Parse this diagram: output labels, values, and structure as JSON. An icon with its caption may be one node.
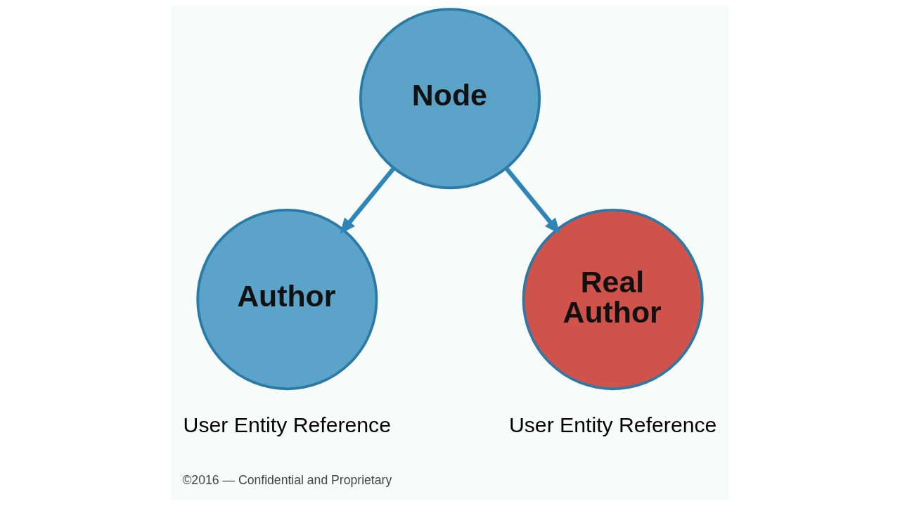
{
  "diagram": {
    "nodes": [
      {
        "text": [
          "Node"
        ]
      },
      {
        "text": [
          "Author"
        ],
        "beside": [
          "User Entity Reference"
        ]
      },
      {
        "text": [
          "Real Author"
        ],
        "beside": [
          "User Entity Reference"
        ]
      }
    ],
    "edges": [
      {
        "from": 0,
        "to": 1,
        "arrow": "to"
      },
      {
        "from": 0,
        "to": 2,
        "arrow": "to"
      }
    ],
    "labels": [
      "©2016 — Confidential and Proprietary"
    ]
  }
}
